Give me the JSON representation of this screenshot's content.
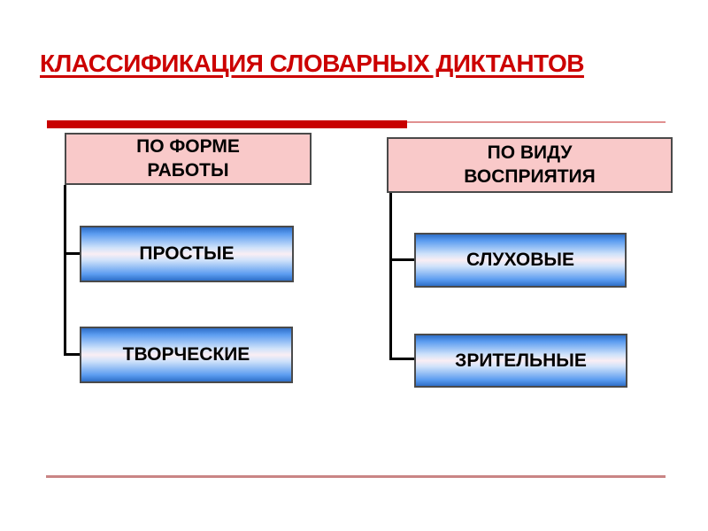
{
  "slide": {
    "title": "КЛАССИФИКАЦИЯ СЛОВАРНЫХ ДИКТАНТОВ"
  },
  "trees": [
    {
      "header": {
        "line1": "ПО ФОРМЕ",
        "line2": "РАБОТЫ"
      },
      "children": [
        {
          "label": "ПРОСТЫЕ"
        },
        {
          "label": "ТВОРЧЕСКИЕ"
        }
      ]
    },
    {
      "header": {
        "line1": "ПО ВИДУ",
        "line2": "ВОСПРИЯТИЯ"
      },
      "children": [
        {
          "label": "СЛУХОВЫЕ"
        },
        {
          "label": "ЗРИТЕЛЬНЫЕ"
        }
      ]
    }
  ],
  "colors": {
    "title_red": "#cc0000",
    "bar_red": "#c80000",
    "thin_rule": "#e09090",
    "bottom_rule": "#c98585",
    "pink_fill": "#f9c9c9",
    "box_border": "#4a4a4a",
    "blue_edge": "#2f6fc8",
    "blue_main": "#5b9cf0",
    "blue_pale": "#cfe2fa",
    "blue_center": "#faeef4",
    "connector": "#000000",
    "text_black": "#000000"
  }
}
